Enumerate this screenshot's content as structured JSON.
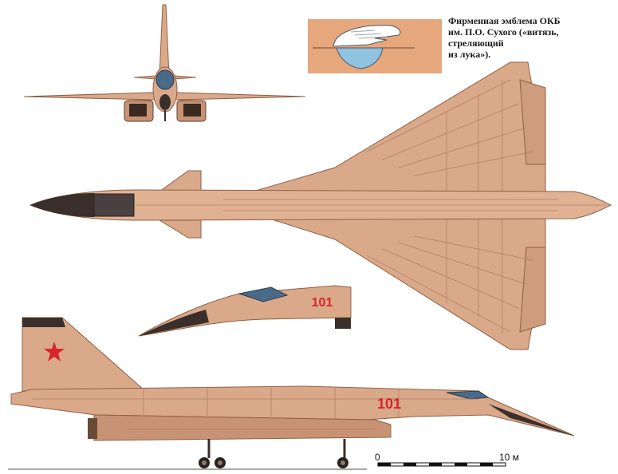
{
  "emblem_caption": {
    "line1": "Фирменная эмблема ОКБ",
    "line2": "им. П.О. Сухого («витязь, стреляющий",
    "line3": "из лука»)."
  },
  "scale": {
    "start_label": "0",
    "end_label": "10 м"
  },
  "aircraft": {
    "tail_number": "101",
    "colors": {
      "body": "#d9a98a",
      "body_light": "#e6bfa3",
      "body_shadow": "#b98566",
      "panel_line": "#8f5f45",
      "nose": "#3a2f2a",
      "canopy": "#4a6a8a",
      "star": "#d8262b",
      "tail_number": "#d8262b",
      "emblem_bg": "#e6a77c",
      "emblem_wing": "#ffffff",
      "emblem_shield": "#8fc3df"
    }
  }
}
